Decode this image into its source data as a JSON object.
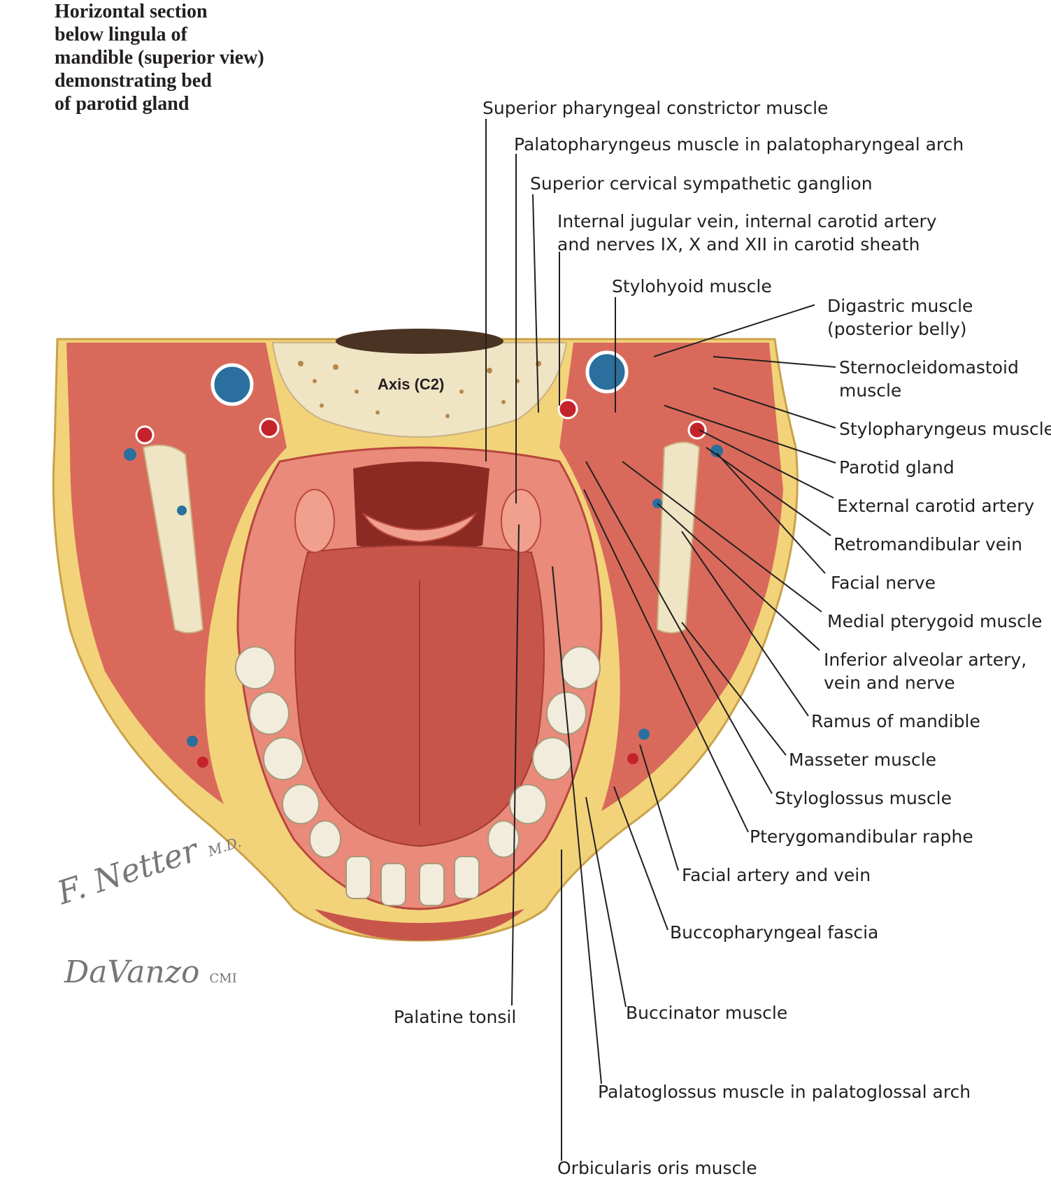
{
  "title": {
    "lines": [
      "Horizontal section",
      "below lingula of",
      "mandible (superior view)",
      "demonstrating bed",
      "of parotid gland"
    ]
  },
  "structure_label": "Axis (C2)",
  "labels": {
    "superior_pharyngeal_constrictor": "Superior pharyngeal constrictor muscle",
    "palatopharyngeus": "Palatopharyngeus muscle in palatopharyngeal arch",
    "superior_cervical_ganglion": "Superior cervical sympathetic ganglion",
    "carotid_sheath_1": "Internal jugular vein, internal carotid artery",
    "carotid_sheath_2": "and nerves IX, X and XII in carotid sheath",
    "stylohyoid": "Stylohyoid muscle",
    "digastric_1": "Digastric muscle",
    "digastric_2": "(posterior belly)",
    "sternocleidomastoid_1": "Sternocleidomastoid",
    "sternocleidomastoid_2": "muscle",
    "stylopharyngeus": "Stylopharyngeus muscle",
    "parotid_gland": "Parotid gland",
    "external_carotid": "External carotid artery",
    "retromandibular_vein": "Retromandibular vein",
    "facial_nerve": "Facial nerve",
    "medial_pterygoid": "Medial pterygoid muscle",
    "inferior_alveolar_1": "Inferior alveolar artery,",
    "inferior_alveolar_2": "vein and nerve",
    "ramus_mandible": "Ramus of mandible",
    "masseter": "Masseter muscle",
    "styloglossus": "Styloglossus muscle",
    "pterygomandibular_raphe": "Pterygomandibular raphe",
    "facial_artery_vein": "Facial artery and vein",
    "buccopharyngeal_fascia": "Buccopharyngeal fascia",
    "buccinator": "Buccinator muscle",
    "palatine_tonsil": "Palatine tonsil",
    "palatoglossus": "Palatoglossus muscle in palatoglossal arch",
    "orbicularis_oris": "Orbicularis oris muscle"
  },
  "signature": {
    "artist_1": "F. Netter",
    "artist_1_suffix": "M.D.",
    "artist_2": "DaVanzo",
    "artist_2_suffix": "CMI"
  },
  "colors": {
    "muscle": "#d96a5b",
    "muscle_light": "#f0a08c",
    "fat": "#f2d37a",
    "bone": "#efe4c4",
    "bone_spots": "#b8874a",
    "vein": "#2a6f9e",
    "artery": "#c4232c",
    "tongue": "#c8554a",
    "mucosa": "#e98a7a",
    "teeth": "#f1ecdc",
    "line": "#231f20"
  }
}
